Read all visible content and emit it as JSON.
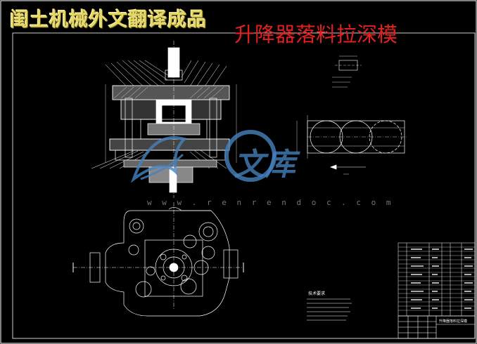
{
  "page": {
    "background": "#000000",
    "line_color": "#ffffff"
  },
  "titles": {
    "left": "闺土机械外文翻译成品",
    "right": "升降器落料拉深模",
    "left_color": "#e4d86a",
    "right_color": "#e32020"
  },
  "watermark": {
    "text": "文库",
    "url": "w w w . r e n r e n d o c . c o m",
    "color": "#4682be"
  },
  "notes": {
    "title": "技术要求"
  },
  "title_block": {
    "title": "升降器落料拉深模"
  },
  "icons": [
    "watermark-logo-icon"
  ]
}
